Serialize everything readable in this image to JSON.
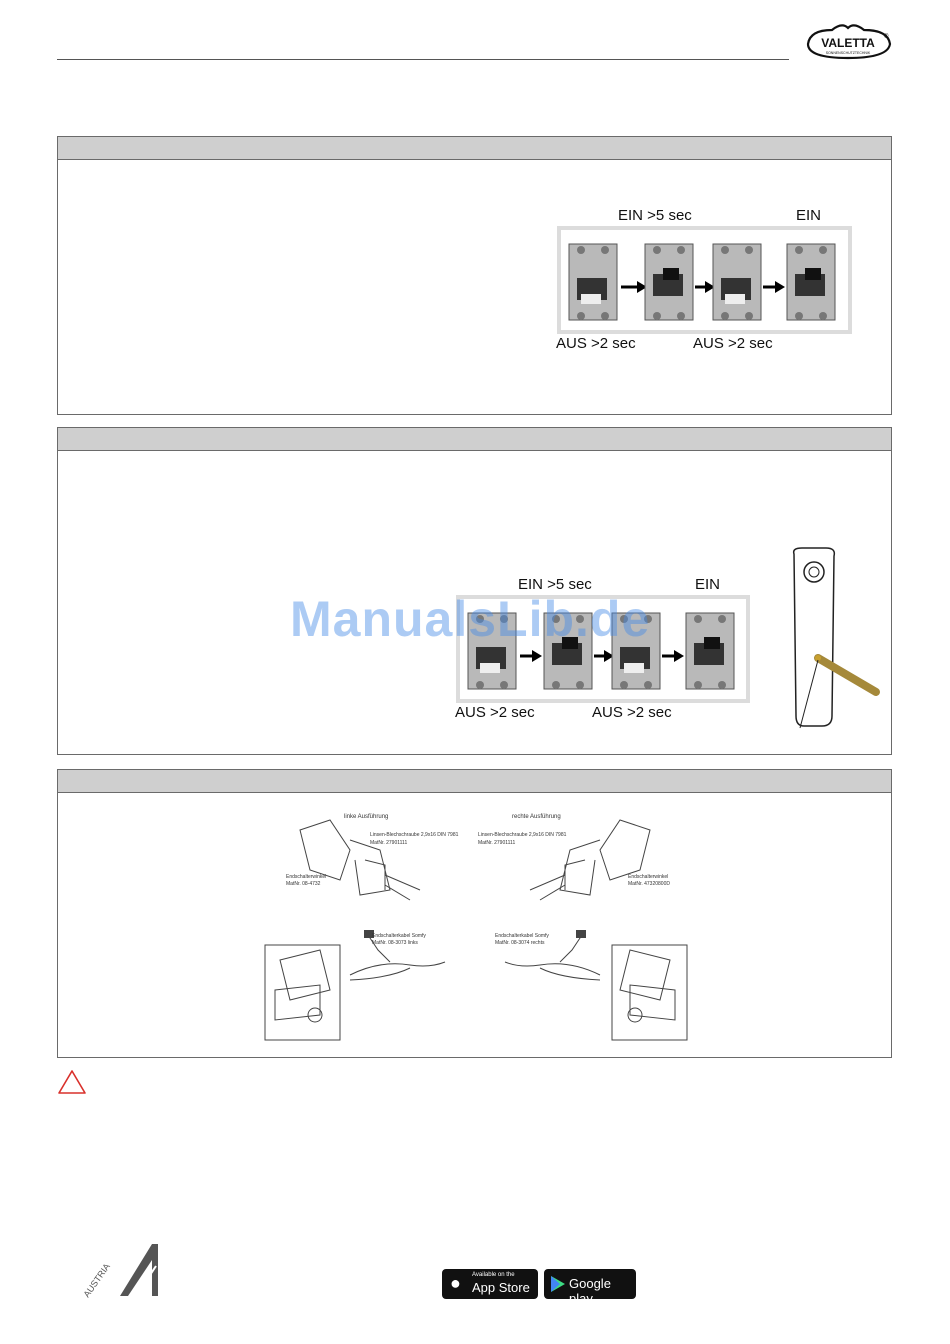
{
  "header": {
    "brand": "VALETTA",
    "brand_mark": "®",
    "brand_tagline": "SONNENSCHUTZTECHNIK"
  },
  "section1": {
    "label_ein_long": "EIN >5 sec",
    "label_ein": "EIN",
    "label_aus_1": "AUS >2 sec",
    "label_aus_2": "AUS >2 sec"
  },
  "section2": {
    "label_ein_long": "EIN >5 sec",
    "label_ein": "EIN",
    "label_aus_1": "AUS >2 sec",
    "label_aus_2": "AUS >2 sec",
    "watermark": "ManualsLib.de"
  },
  "section3": {
    "left_title": "linke Ausführung",
    "right_title": "rechte Ausführung",
    "left_screw": "Linsen-Blechschraube 2,9x16 DIN 7981",
    "left_screw_nr": "MatNr. 27901111",
    "right_screw": "Linsen-Blechschraube 2,9x16 DIN 7981",
    "right_screw_nr": "MatNr. 27901111",
    "left_bracket": "Endschalterwinkel",
    "left_bracket_nr": "MatNr. 08-4732",
    "right_bracket": "Endschalterwinkel",
    "right_bracket_nr": "MatNr. 47320800D",
    "left_cable": "Endschalterkabel Somfy",
    "left_cable_nr": "MatNr. 08-3073 links",
    "right_cable": "Endschalterkabel Somfy",
    "right_cable_nr": "MatNr. 08-3074 rechts"
  },
  "footer": {
    "austria_text": "AUSTRIA",
    "appstore_small": "Available on the",
    "appstore_big": "App Store",
    "googleplay": "Google play"
  },
  "colors": {
    "section_bar": "#cfcfcf",
    "border": "#6a6a6a",
    "warning": "#d9302b",
    "watermark": "#468ce6"
  }
}
